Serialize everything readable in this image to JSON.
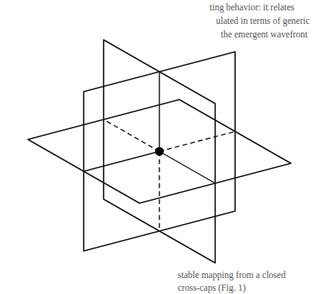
{
  "diagram": {
    "labels": [
      "ting behavior: it relates",
      "ulated in terms of generic",
      "the emergent wavefront",
      "stable mapping from a closed",
      "cross-caps (Fig. 1)"
    ]
  }
}
